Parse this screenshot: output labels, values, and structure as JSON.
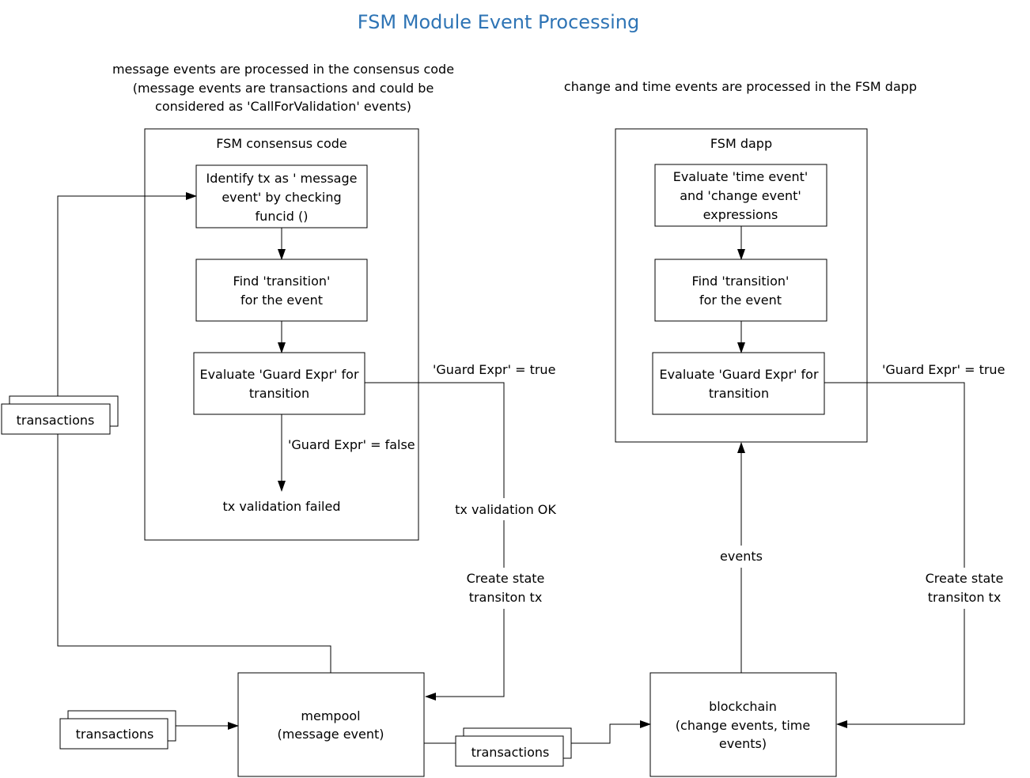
{
  "title": "FSM Module Event Processing",
  "notes": {
    "left": [
      "message events are processed in the consensus code",
      "(message events are transactions and could be",
      "considered as 'CallForValidation' events)"
    ],
    "right": [
      "change and time events are processed in the FSM dapp"
    ]
  },
  "consensus": {
    "label": "FSM consensus code",
    "identify": [
      "Identify tx as ' message",
      "event' by checking",
      "funcid ()"
    ],
    "find": [
      "Find 'transition'",
      "for the event"
    ],
    "evaluate": [
      "Evaluate 'Guard Expr' for",
      "transition"
    ],
    "guard_false": "'Guard Expr' = false",
    "failed": "tx validation failed"
  },
  "dapp": {
    "label": "FSM dapp",
    "evaluate_events": [
      "Evaluate 'time event'",
      "and  'change event'",
      "expressions"
    ],
    "find": [
      "Find 'transition'",
      "for the event"
    ],
    "evaluate": [
      "Evaluate 'Guard Expr' for",
      "transition"
    ]
  },
  "edges": {
    "guard_true_left": "'Guard Expr' = true",
    "tx_ok": "tx validation OK",
    "create_left": [
      "Create state",
      "transiton tx"
    ],
    "guard_true_right": "'Guard Expr' = true",
    "create_right": [
      "Create state",
      "transiton tx"
    ],
    "events": "events"
  },
  "mempool": [
    "mempool",
    "(message event)"
  ],
  "blockchain": [
    "blockchain",
    "(change events, time",
    "events)"
  ],
  "transactions": {
    "left": "transactions",
    "bottom_left": "transactions",
    "bottom_mid": "transactions"
  },
  "colors": {
    "title": "#2e74b5",
    "stroke": "#000000"
  }
}
